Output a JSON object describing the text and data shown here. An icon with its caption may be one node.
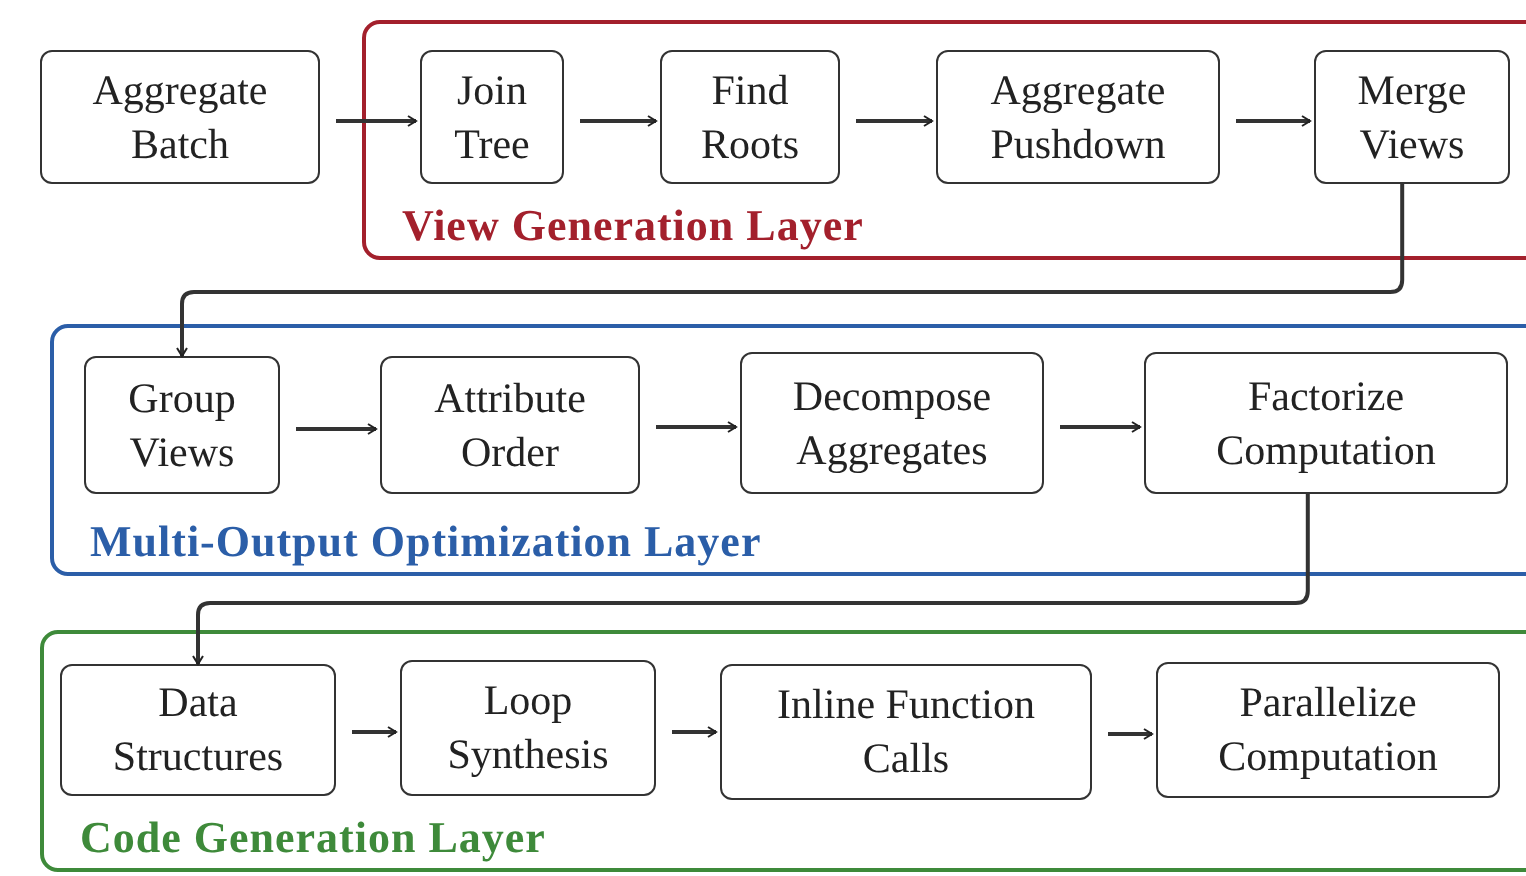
{
  "diagram": {
    "nodes": [
      {
        "text": [
          "Aggregate Batch"
        ]
      },
      {
        "text": [
          "View Generation Layer"
        ]
      },
      {
        "text": [
          "Join Tree"
        ],
        "in": 1
      },
      {
        "text": [
          "Find Roots"
        ],
        "in": 1
      },
      {
        "text": [
          "Aggregate Pushdown"
        ],
        "in": 1
      },
      {
        "text": [
          "Merge Views"
        ],
        "in": 1
      },
      {
        "text": [
          "Multi-Output Optimization Layer"
        ]
      },
      {
        "text": [
          "Group Views"
        ],
        "in": 6
      },
      {
        "text": [
          "Attribute Order"
        ],
        "in": 6
      },
      {
        "text": [
          "Decompose Aggregates"
        ],
        "in": 6
      },
      {
        "text": [
          "Factorize Computation"
        ],
        "in": 6
      },
      {
        "text": [
          "Code Generation Layer"
        ]
      },
      {
        "text": [
          "Data Structures"
        ],
        "in": 11
      },
      {
        "text": [
          "Loop Synthesis"
        ],
        "in": 11
      },
      {
        "text": [
          "Inline Function Calls"
        ],
        "in": 11
      },
      {
        "text": [
          "Parallelize Computation"
        ],
        "in": 11
      }
    ],
    "edges": [
      {
        "from": 0,
        "to": 2,
        "arrow": "to"
      },
      {
        "from": 2,
        "to": 3,
        "arrow": "to"
      },
      {
        "from": 3,
        "to": 4,
        "arrow": "to"
      },
      {
        "from": 4,
        "to": 5,
        "arrow": "to"
      },
      {
        "from": 5,
        "to": 7,
        "arrow": "to"
      },
      {
        "from": 7,
        "to": 8,
        "arrow": "to"
      },
      {
        "from": 8,
        "to": 9,
        "arrow": "to"
      },
      {
        "from": 9,
        "to": 10,
        "arrow": "to"
      },
      {
        "from": 10,
        "to": 12,
        "arrow": "to"
      },
      {
        "from": 12,
        "to": 13,
        "arrow": "to"
      },
      {
        "from": 13,
        "to": 14,
        "arrow": "to"
      },
      {
        "from": 14,
        "to": 15,
        "arrow": "to"
      }
    ]
  }
}
